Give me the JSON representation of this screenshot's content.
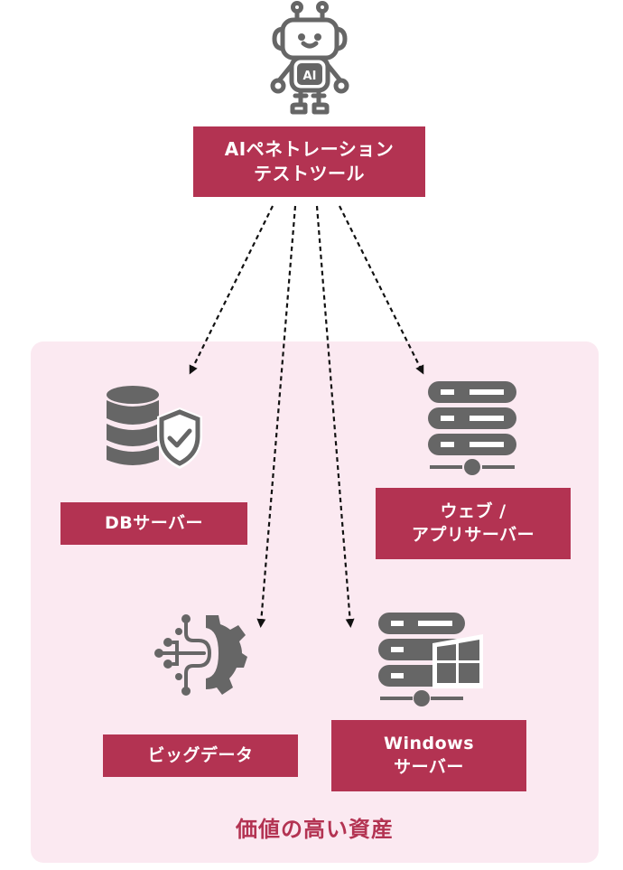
{
  "tool": {
    "icon": "ai-robot-icon",
    "badge_text": "AI",
    "label_line1": "AIペネトレーション",
    "label_line2": "テストツール"
  },
  "assets_panel": {
    "title": "価値の高い資産",
    "items": [
      {
        "id": "db-server",
        "icon": "database-shield-icon",
        "label_lines": [
          "DBサーバー"
        ]
      },
      {
        "id": "web-app-server",
        "icon": "server-network-icon",
        "label_lines": [
          "ウェブ /",
          "アプリサーバー"
        ]
      },
      {
        "id": "big-data",
        "icon": "gear-circuit-icon",
        "label_lines": [
          "ビッグデータ"
        ]
      },
      {
        "id": "windows-server",
        "icon": "windows-server-icon",
        "label_lines": [
          "Windows",
          "サーバー"
        ]
      }
    ]
  },
  "connections": [
    {
      "from": "tool",
      "to": "db-server",
      "style": "dotted-arrow"
    },
    {
      "from": "tool",
      "to": "big-data",
      "style": "dotted-arrow"
    },
    {
      "from": "tool",
      "to": "windows-server",
      "style": "dotted-arrow"
    },
    {
      "from": "tool",
      "to": "web-app-server",
      "style": "dotted-arrow"
    }
  ],
  "colors": {
    "accent": "#b33352",
    "panel_background": "#fbe9f1",
    "icon_gray": "#666666",
    "arrow": "#111111"
  }
}
